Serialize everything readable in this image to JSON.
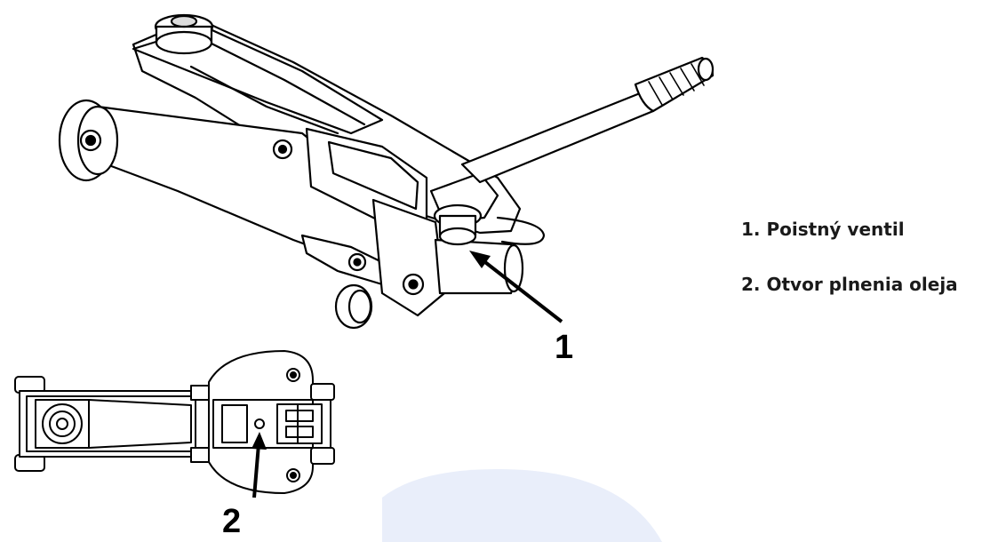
{
  "callouts": {
    "one": "1",
    "two": "2"
  },
  "legend": {
    "items": [
      {
        "label": "1. Poistný ventil"
      },
      {
        "label": "2. Otvor plnenia oleja"
      }
    ]
  },
  "colors": {
    "line": "#000000",
    "watermark": "#e9eefa"
  }
}
